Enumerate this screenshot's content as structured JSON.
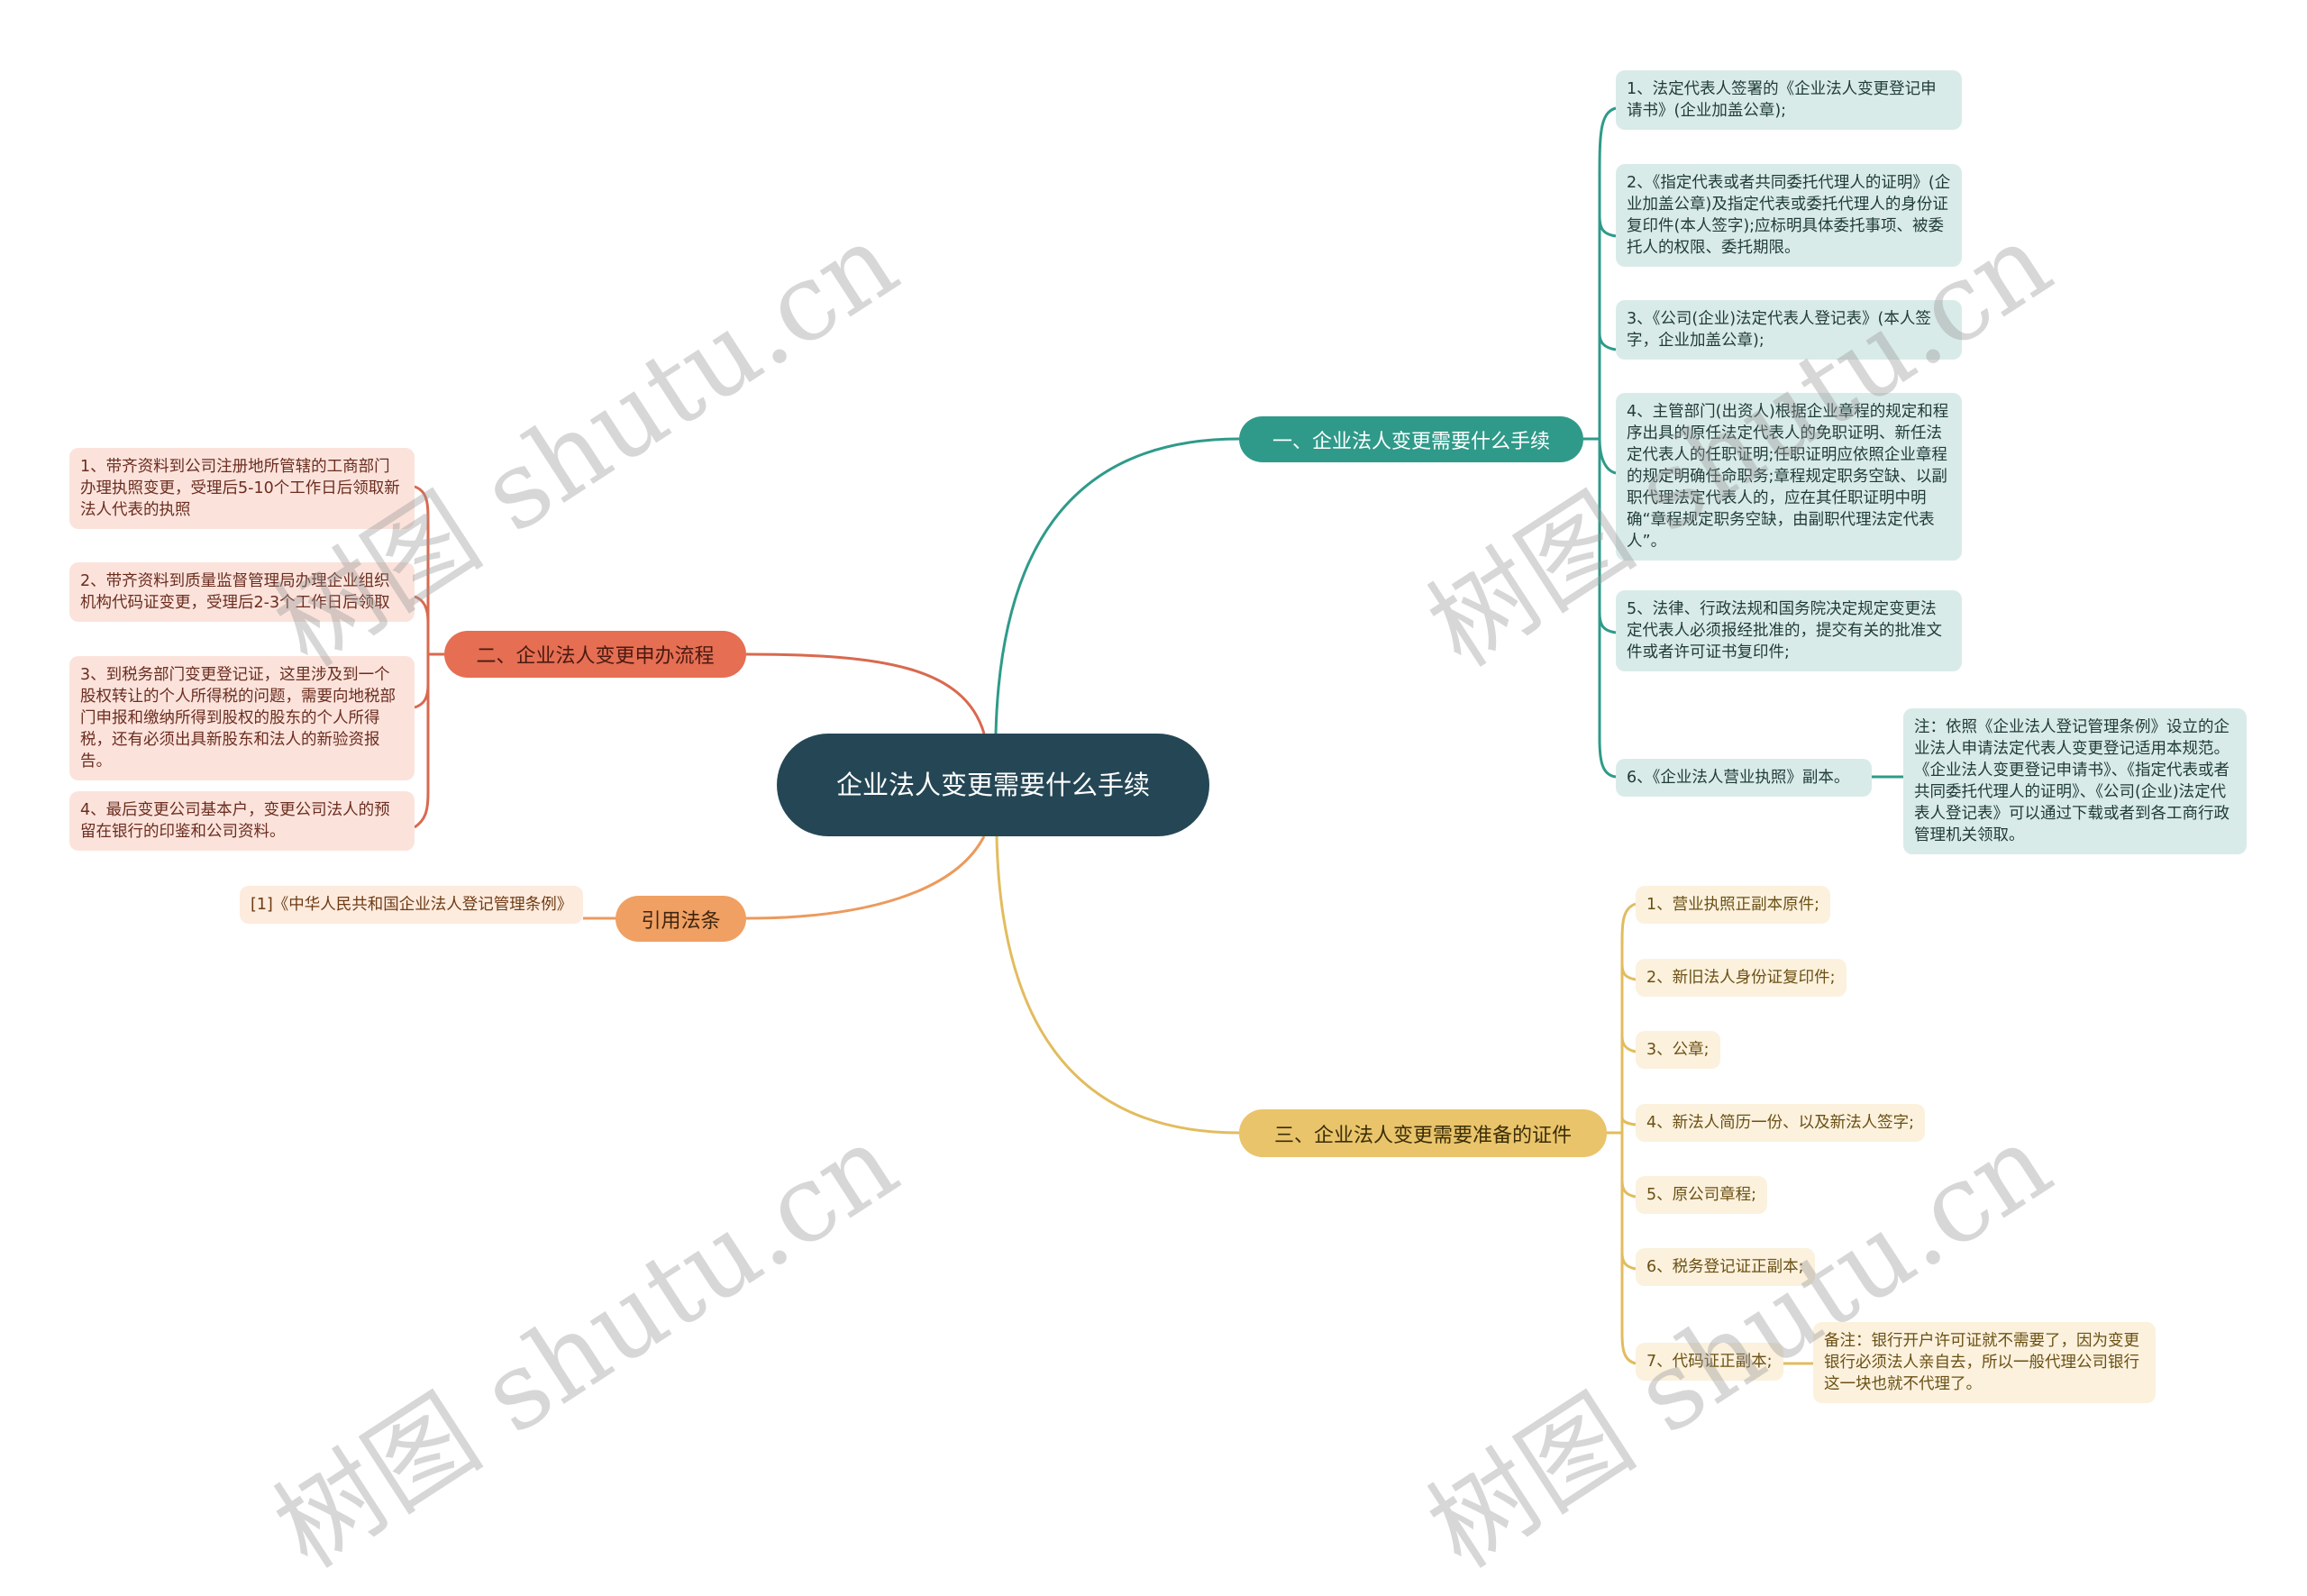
{
  "root": {
    "label": "企业法人变更需要什么手续"
  },
  "branches": {
    "one": {
      "label": "一、企业法人变更需要什么手续",
      "color": "#2f9a8a",
      "items": [
        "1、法定代表人签署的《企业法人变更登记申请书》(企业加盖公章);",
        "2、《指定代表或者共同委托代理人的证明》(企业加盖公章)及指定代表或委托代理人的身份证复印件(本人签字);应标明具体委托事项、被委托人的权限、委托期限。",
        "3、《公司(企业)法定代表人登记表》(本人签字，企业加盖公章);",
        "4、主管部门(出资人)根据企业章程的规定和程序出具的原任法定代表人的免职证明、新任法定代表人的任职证明;任职证明应依照企业章程的规定明确任命职务;章程规定职务空缺、以副职代理法定代表人的，应在其任职证明中明确“章程规定职务空缺，由副职代理法定代表人”。",
        "5、法律、行政法规和国务院决定规定变更法定代表人必须报经批准的，提交有关的批准文件或者许可证书复印件;",
        "6、《企业法人营业执照》副本。"
      ],
      "note": "注：依照《企业法人登记管理条例》设立的企业法人申请法定代表人变更登记适用本规范。《企业法人变更登记申请书》、《指定代表或者共同委托代理人的证明》、《公司(企业)法定代表人登记表》可以通过下载或者到各工商行政管理机关领取。"
    },
    "two": {
      "label": "二、企业法人变更申办流程",
      "color": "#e56e53",
      "items": [
        "1、带齐资料到公司注册地所管辖的工商部门办理执照变更，受理后5-10个工作日后领取新法人代表的执照",
        "2、带齐资料到质量监督管理局办理企业组织机构代码证变更，受理后2-3个工作日后领取",
        "3、到税务部门变更登记证，这里涉及到一个股权转让的个人所得税的问题，需要向地税部门申报和缴纳所得到股权的股东的个人所得税，还有必须出具新股东和法人的新验资报告。",
        "4、最后变更公司基本户，变更公司法人的预留在银行的印鉴和公司资料。"
      ]
    },
    "cite": {
      "label": "引用法条",
      "color": "#f0a062",
      "items": [
        "[1]《中华人民共和国企业法人登记管理条例》"
      ]
    },
    "three": {
      "label": "三、企业法人变更需要准备的证件",
      "color": "#e9c46a",
      "items": [
        "1、营业执照正副本原件;",
        "2、新旧法人身份证复印件;",
        "3、公章;",
        "4、新法人简历一份、以及新法人签字;",
        "5、原公司章程;",
        "6、税务登记证正副本;",
        "7、代码证正副本;"
      ],
      "note": "备注：银行开户许可证就不需要了，因为变更银行必须法人亲自去，所以一般代理公司银行这一块也就不代理了。"
    }
  },
  "watermark": {
    "text": "树图 shutu.cn"
  }
}
